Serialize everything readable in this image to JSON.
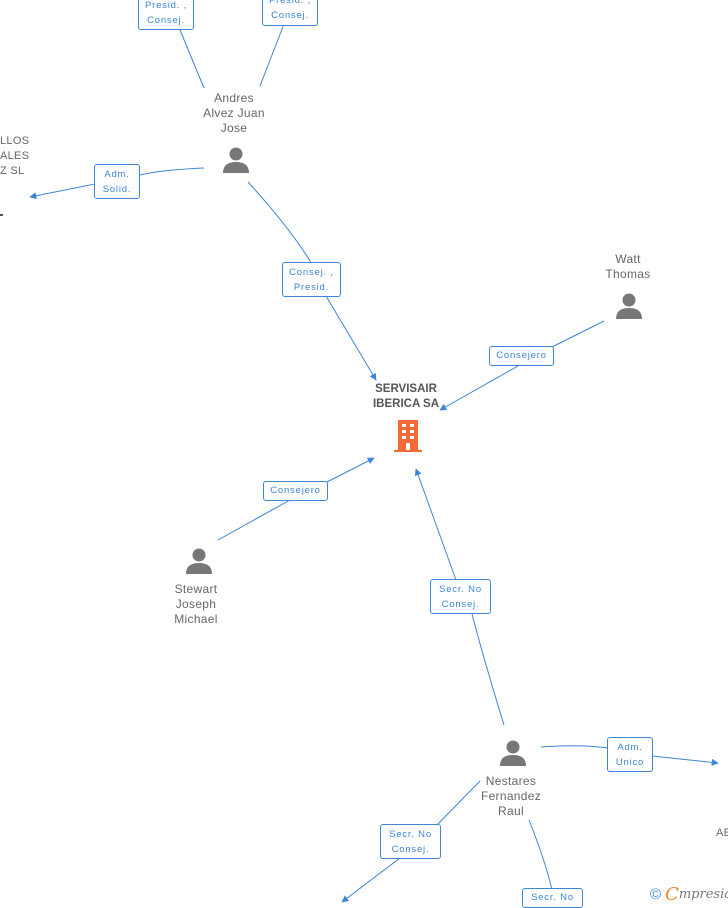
{
  "company": {
    "name_line1": "SERVISAIR",
    "name_line2": "IBERICA SA",
    "color": "#f26a38"
  },
  "persons": {
    "andres": {
      "line1": "Andres",
      "line2": "Alvez Juan",
      "line3": "Jose"
    },
    "watt": {
      "line1": "Watt",
      "line2": "Thomas"
    },
    "stewart": {
      "line1": "Stewart",
      "line2": "Joseph",
      "line3": "Michael"
    },
    "nestares": {
      "line1": "Nestares",
      "line2": "Fernandez",
      "line3": "Raul"
    }
  },
  "partial_labels": {
    "left_entity": {
      "line1": "LLOS",
      "line2": "ALES",
      "line3": "Z SL"
    },
    "right_entity": {
      "line1": "AE"
    }
  },
  "relations": {
    "top_left": {
      "line1": "Presid. ,",
      "line2": "Consej."
    },
    "top_right": {
      "line1": "Presid. ,",
      "line2": "Consej."
    },
    "adm_solid": {
      "line1": "Adm.",
      "line2": "Solid."
    },
    "andres_company": {
      "line1": "Consej. ,",
      "line2": "Presid."
    },
    "watt_company": {
      "line1": "Consejero"
    },
    "stewart_company": {
      "line1": "Consejero"
    },
    "nestares_company": {
      "line1": "Secr.  No",
      "line2": "Consej."
    },
    "adm_unico": {
      "line1": "Adm.",
      "line2": "Unico"
    },
    "bottom_left": {
      "line1": "Secr.  No",
      "line2": "Consej."
    },
    "bottom_right": {
      "line1": "Secr.  No"
    }
  },
  "brand": {
    "copyright": "©",
    "e": "C",
    "rest": "mpresia"
  },
  "colors": {
    "edge": "#3d86d6",
    "person": "#777777",
    "company": "#f26a38"
  }
}
